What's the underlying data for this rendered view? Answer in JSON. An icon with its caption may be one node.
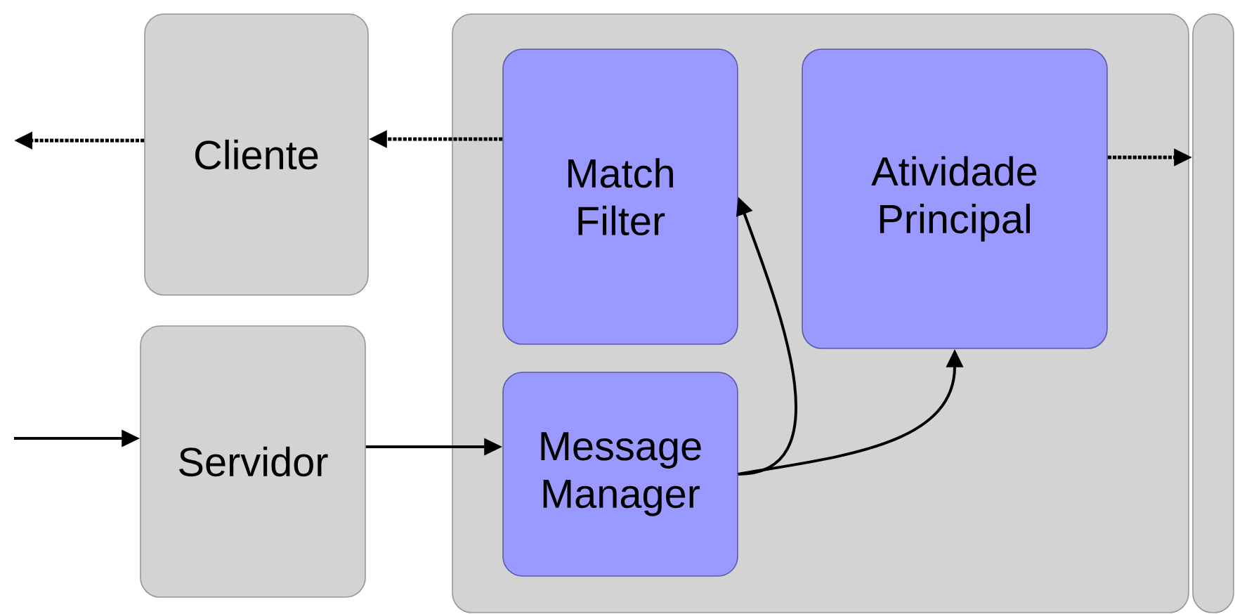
{
  "diagram": {
    "nodes": [
      {
        "text": [
          "Cliente"
        ]
      },
      {
        "text": [
          "Servidor"
        ]
      },
      {
        "text": [],
        "shape": "box"
      },
      {
        "text": [
          "Match Filter"
        ],
        "in": 2
      },
      {
        "text": [
          "Atividade Principal"
        ],
        "in": 2
      },
      {
        "text": [
          "Message Manager"
        ],
        "in": 2
      },
      {
        "text": [],
        "shape": "box"
      }
    ],
    "edges": [
      {
        "from": 0,
        "to": null,
        "arrow": "to",
        "style": "dashed"
      },
      {
        "from": 3,
        "to": 0,
        "arrow": "to",
        "style": "dashed"
      },
      {
        "from": 4,
        "to": 6,
        "arrow": "to",
        "style": "dashed"
      },
      {
        "from": null,
        "to": 1,
        "arrow": "to"
      },
      {
        "from": 1,
        "to": 5,
        "arrow": "to"
      },
      {
        "from": 5,
        "to": 3,
        "arrow": "to"
      },
      {
        "from": 5,
        "to": 4,
        "arrow": "to"
      }
    ]
  }
}
